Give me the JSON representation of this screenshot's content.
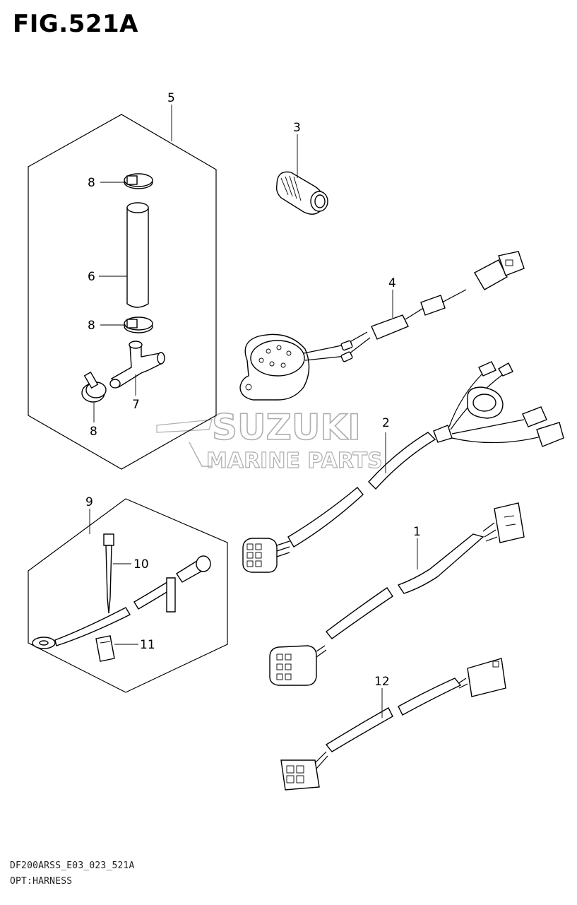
{
  "figure": {
    "title": "FIG.521A",
    "drawing_code": "DF200ARSS_E03_023_521A",
    "section_name": "OPT:HARNESS"
  },
  "watermark": {
    "line1": "SUZUKI",
    "line2": "MARINE PARTS"
  },
  "callouts": {
    "c1": "1",
    "c2": "2",
    "c3": "3",
    "c4": "4",
    "c5": "5",
    "c6": "6",
    "c7": "7",
    "c8a": "8",
    "c8b": "8",
    "c8c": "8",
    "c9": "9",
    "c10": "10",
    "c11": "11",
    "c12": "12"
  }
}
